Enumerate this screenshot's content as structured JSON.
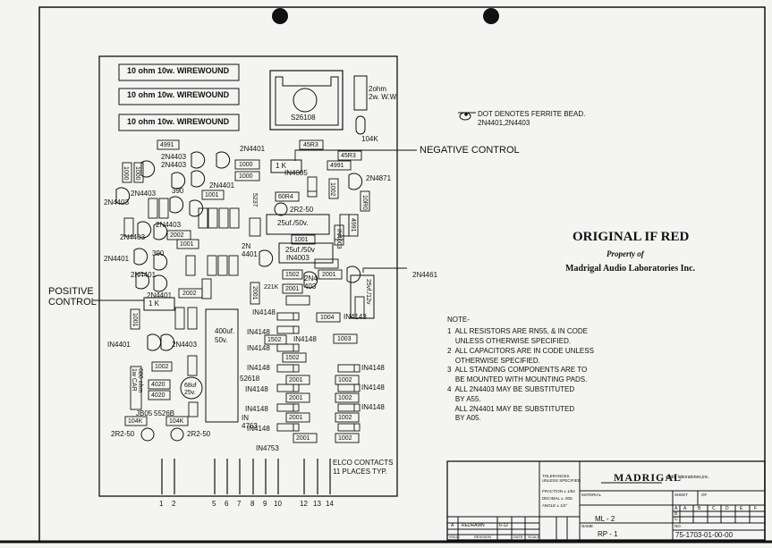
{
  "colors": {
    "paper": "#f4f4f2",
    "ink": "#111111"
  },
  "board": {
    "wirewound": [
      "10 ohm 10w. WIREWOUND",
      "10 ohm 10w. WIREWOUND",
      "10 ohm 10w. WIREWOUND"
    ],
    "transistor_main": "S26108",
    "resistor_2ohm": "2ohm\n2w. W.W.",
    "labels": {
      "r104k_top": "104K",
      "r4991_a": "4991",
      "r45r3_a": "45R3",
      "r45r3_b": "45R3",
      "r4991_b": "4991",
      "t2n4401_a": "2N4401",
      "t2n4403_a": "2N4403",
      "t2n4403_b": "2N4403",
      "r1000_a": "1000",
      "r1000_b": "1000",
      "r1000_c": "1000",
      "r1000_d": "1000",
      "pot1k_a": "1 K",
      "in4005": "IN4005",
      "r1002_a": "1002",
      "t2n4871": "2N4871",
      "r10r0": "10R0",
      "t2n4401_b": "2N4401",
      "t2n4403_c": "2N4403",
      "t2n4403_d": "2N4403",
      "r390_a": "390",
      "r1001_a": "1001",
      "r5237": "5237",
      "r60r4": "60R4",
      "c2r250_a": "2R2-50",
      "t2n4403_e": "2N4403",
      "c25uf": "25uf./50v.",
      "in4003_a": "IN4003",
      "r4991_c": "4991",
      "t2n4403_f": "2N4403",
      "r2002_a": "2002",
      "r1001_b": "1001",
      "r1001_c": "1001",
      "c25uf_b": "25uf./50v",
      "in4003_b": "IN4003",
      "t2n4401_c": "2N4401",
      "r390_b": "390",
      "t2n4401_d": "2N\n4401",
      "r1502_a": "1502",
      "r2001_a": "2001",
      "t2n4403_g": "2N4\n403",
      "t2n4461": "2N4461",
      "r221k": "221K",
      "r2001_b": "2001",
      "r2001_c": "2001",
      "c25uf_c": "25vf./12v",
      "t2n4401_e": "2N4401",
      "t2n4401_f": "2N4401",
      "r2002_b": "2002",
      "pot1k_b": "1 K",
      "r1001_d": "1001",
      "in4148_a": "IN4148",
      "r1004": "1004",
      "in4143": "IN4143",
      "c400uf": "400uf.\n50v.",
      "in4401_left": "IN4401",
      "t2n4403_h": "2N4403",
      "in4148_b": "IN4148",
      "r1502_b": "1502",
      "in4148_c": "IN4148",
      "r1003": "1003",
      "in4148_d": "IN4148",
      "r1502_c": "1502",
      "r1002_b": "1002",
      "r4020_a": "4020",
      "r4020_b": "4020",
      "r680": "680 ohm\n1w CAR",
      "c68uf": "68uf\n25v.",
      "in4148_e": "IN4148",
      "r2001_d": "2001",
      "r1002_c": "1002",
      "in5261": "52618",
      "in4148_f": "IN4148",
      "in4148_g": "IN4148",
      "r2001_e": "2001",
      "r1002_d": "1002",
      "in4148_h": "IN4148",
      "jb05": "JB05",
      "r5526b": "5526B",
      "r104k_a": "104K",
      "r104k_b": "104K",
      "in4148_i": "IN4148",
      "in4763": "IN\n4763",
      "r2001_f": "2001",
      "r1002_e": "1002",
      "in4148_j": "IN4148",
      "c2r250_b": "2R2-50",
      "c2r250_c": "2R2-50",
      "in4148_k": "IN4148",
      "r2001_g": "2001",
      "r1002_f": "1002",
      "in4753": "IN4753",
      "elco": "ELCO CONTACTS\n11 PLACES TYP."
    },
    "pin_labels": [
      "1",
      "2",
      "5",
      "6",
      "7",
      "8",
      "9",
      "10",
      "12",
      "13",
      "14"
    ]
  },
  "callouts": {
    "negative": "NEGATIVE  CONTROL",
    "positive": "POSITIVE\nCONTROL",
    "dot_note": "DOT DENOTES FERRITE BEAD.\n2N4401,2N4403"
  },
  "stamp": {
    "line1": "ORIGINAL IF RED",
    "line2": "Property of",
    "line3": "Madrigal Audio Laboratories Inc."
  },
  "notes": {
    "heading": "NOTE-",
    "items": [
      "1  ALL RESISTORS ARE RN55, & IN CODE\n    UNLESS OTHERWISE SPECIFIED.",
      "2  ALL CAPACITORS ARE IN CODE UNLESS\n    OTHERWISE SPECIFIED.",
      "3  ALL STANDING COMPONENTS ARE TO\n    BE MOUNTED WITH MOUNTING PADS.",
      "4  ALL 2N4403 MAY BE SUBSTITUTED\n    BY A55.\n    ALL 2N4401 MAY BE SUBSTITUTED\n    BY A05."
    ]
  },
  "title_block": {
    "brand": "MADRIGAL",
    "brand_sub": "audio laboratories,inc.",
    "tolerances": "TOLERANCES\nUNLESS SPECIFIED",
    "fraction": "FRACTION  ± 1/64",
    "decimal": "DECIMAL  ± .005",
    "angle": "ANGLE  ± 1/2°",
    "material_label": "MATERIAL",
    "name_label": "NAME",
    "sheet_label": "SHEET",
    "of_label": "OF",
    "no_label": "NO.",
    "model": "ML - 2",
    "part": "RP - 1",
    "drawing_no": "75-1703-01-00-00",
    "rev_letter": "A",
    "rev_desc": "REDRAWN",
    "rev_date": "6-12",
    "issue": "ISSUE",
    "revision": "REVISION",
    "date": "DATE",
    "scale": "SCALE",
    "rev_cols": [
      "A",
      "B",
      "C",
      "D",
      "E",
      "F"
    ],
    "rev_rows": [
      "A",
      "B",
      "C"
    ]
  }
}
